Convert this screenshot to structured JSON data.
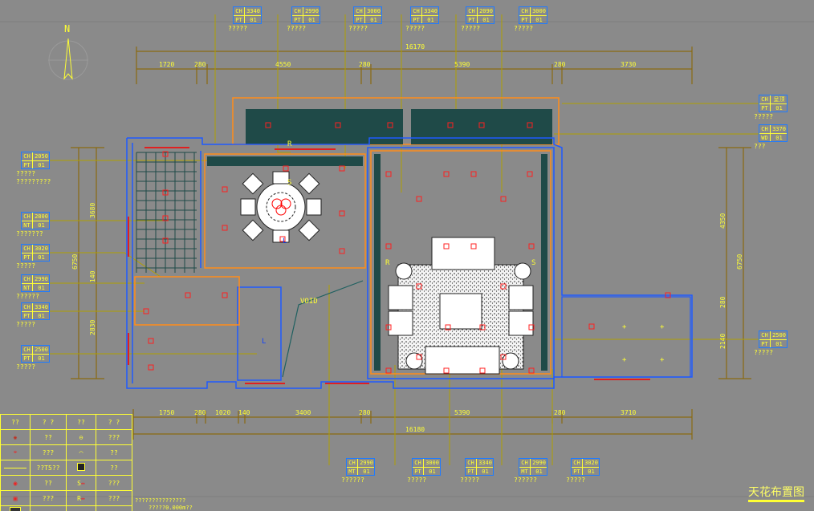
{
  "drawing_title": "天花布置图",
  "north_label": "N",
  "void_label": "VOID",
  "top_tags": [
    {
      "ch": "3340",
      "mat": "PT",
      "code": "01",
      "caption": "?????"
    },
    {
      "ch": "2990",
      "mat": "PT",
      "code": "01",
      "caption": "?????"
    },
    {
      "ch": "3000",
      "mat": "PT",
      "code": "01",
      "caption": "?????"
    },
    {
      "ch": "3340",
      "mat": "PT",
      "code": "01",
      "caption": "?????"
    },
    {
      "ch": "2090",
      "mat": "PT",
      "code": "01",
      "caption": "?????"
    },
    {
      "ch": "3000",
      "mat": "PT",
      "code": "01",
      "caption": "?????"
    }
  ],
  "left_tags": [
    {
      "ch": "2050",
      "mat": "PT",
      "code": "01",
      "caption": "?????",
      "caption2": "?????????"
    },
    {
      "ch": "2800",
      "mat": "NT",
      "code": "01",
      "caption": "???????"
    },
    {
      "ch": "3020",
      "mat": "PT",
      "code": "01",
      "caption": "?????"
    },
    {
      "ch": "2990",
      "mat": "NT",
      "code": "01",
      "caption": "??????"
    },
    {
      "ch": "3340",
      "mat": "PT",
      "code": "01",
      "caption": "?????"
    },
    {
      "ch": "2500",
      "mat": "PT",
      "code": "01",
      "caption": "?????"
    }
  ],
  "right_tags": [
    {
      "ch": "呈顶",
      "mat": "PT",
      "code": "01",
      "caption": "?????"
    },
    {
      "ch": "3370",
      "mat": "WD",
      "code": "01",
      "caption": "???"
    },
    {
      "ch": "2500",
      "mat": "PT",
      "code": "01",
      "caption": "?????"
    }
  ],
  "bottom_tags": [
    {
      "ch": "2990",
      "mat": "MT",
      "code": "01",
      "caption": "??????"
    },
    {
      "ch": "3000",
      "mat": "PT",
      "code": "01",
      "caption": "?????"
    },
    {
      "ch": "3340",
      "mat": "PT",
      "code": "01",
      "caption": "?????"
    },
    {
      "ch": "2990",
      "mat": "MT",
      "code": "01",
      "caption": "??????"
    },
    {
      "ch": "3020",
      "mat": "PT",
      "code": "01",
      "caption": "?????"
    }
  ],
  "dimensions": {
    "top_total": "16170",
    "top_segments": [
      "1720",
      "280",
      "4550",
      "280",
      "5390",
      "280",
      "3730"
    ],
    "bottom_total": "16180",
    "bottom_segments": [
      "1750",
      "280",
      "1020",
      "140",
      "3400",
      "280",
      "5390",
      "280",
      "3710"
    ],
    "left_total": "6750",
    "left_segments": [
      "3680",
      "140",
      "2830"
    ],
    "right_total": "6750",
    "right_segments": [
      "4350",
      "280",
      "2140"
    ]
  },
  "legend": {
    "headers": [
      "??",
      "? ?",
      "??",
      "? ?"
    ],
    "rows": [
      [
        "??",
        "???"
      ],
      [
        "???",
        "??"
      ],
      [
        "??T5??",
        "??"
      ],
      [
        "??",
        "???"
      ],
      [
        "???",
        "???"
      ],
      [
        "??",
        "???"
      ]
    ],
    "symbol_labels": [
      "S",
      "R"
    ]
  },
  "notes": [
    "???????????????",
    "?????0.000m??"
  ],
  "marks": {
    "R": "R",
    "S": "S",
    "L": "L"
  }
}
